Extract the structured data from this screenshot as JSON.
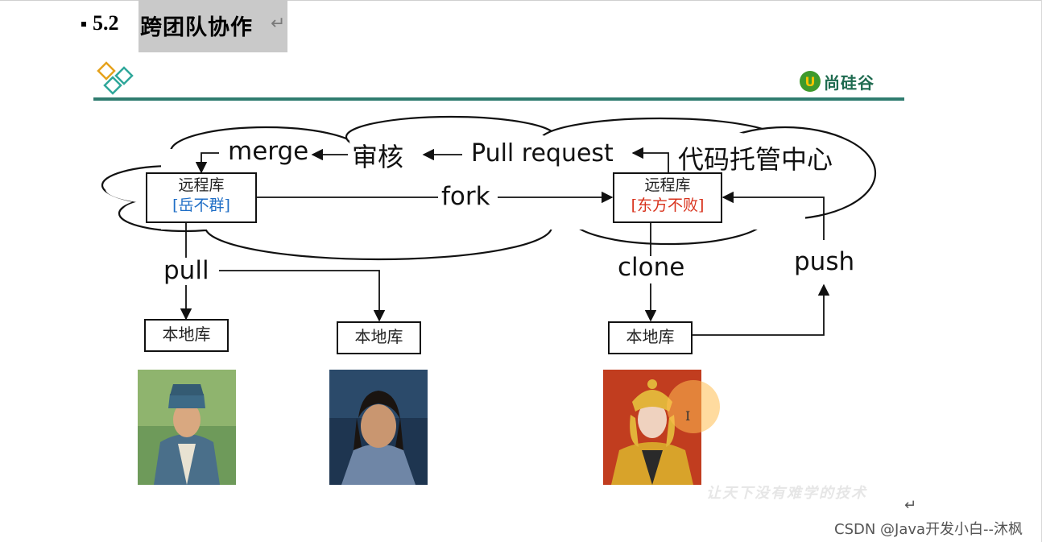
{
  "heading": {
    "number": "5.2",
    "title": "跨团队协作",
    "return_mark": "↵"
  },
  "brand": {
    "mark": "U",
    "name": "尚硅谷"
  },
  "diagram": {
    "cloud_label": "代码托管中心",
    "remote_left": {
      "name": "远程库",
      "owner": "[岳不群]"
    },
    "remote_right": {
      "name": "远程库",
      "owner": "[东方不败]"
    },
    "steps": {
      "merge": "merge",
      "review": "审核",
      "pull_request": "Pull request",
      "fork": "fork",
      "pull": "pull",
      "clone": "clone",
      "push": "push"
    },
    "local_repo_label": "本地库"
  },
  "colors": {
    "rule": "#2f7c6f",
    "owner_left": "#1f6ec6",
    "owner_right": "#d8321c",
    "heading_highlight": "#c9c9c9"
  },
  "slogan": "让天下没有难学的技术",
  "footer_return_mark": "↵",
  "watermark": "CSDN @Java开发小白--沐枫"
}
